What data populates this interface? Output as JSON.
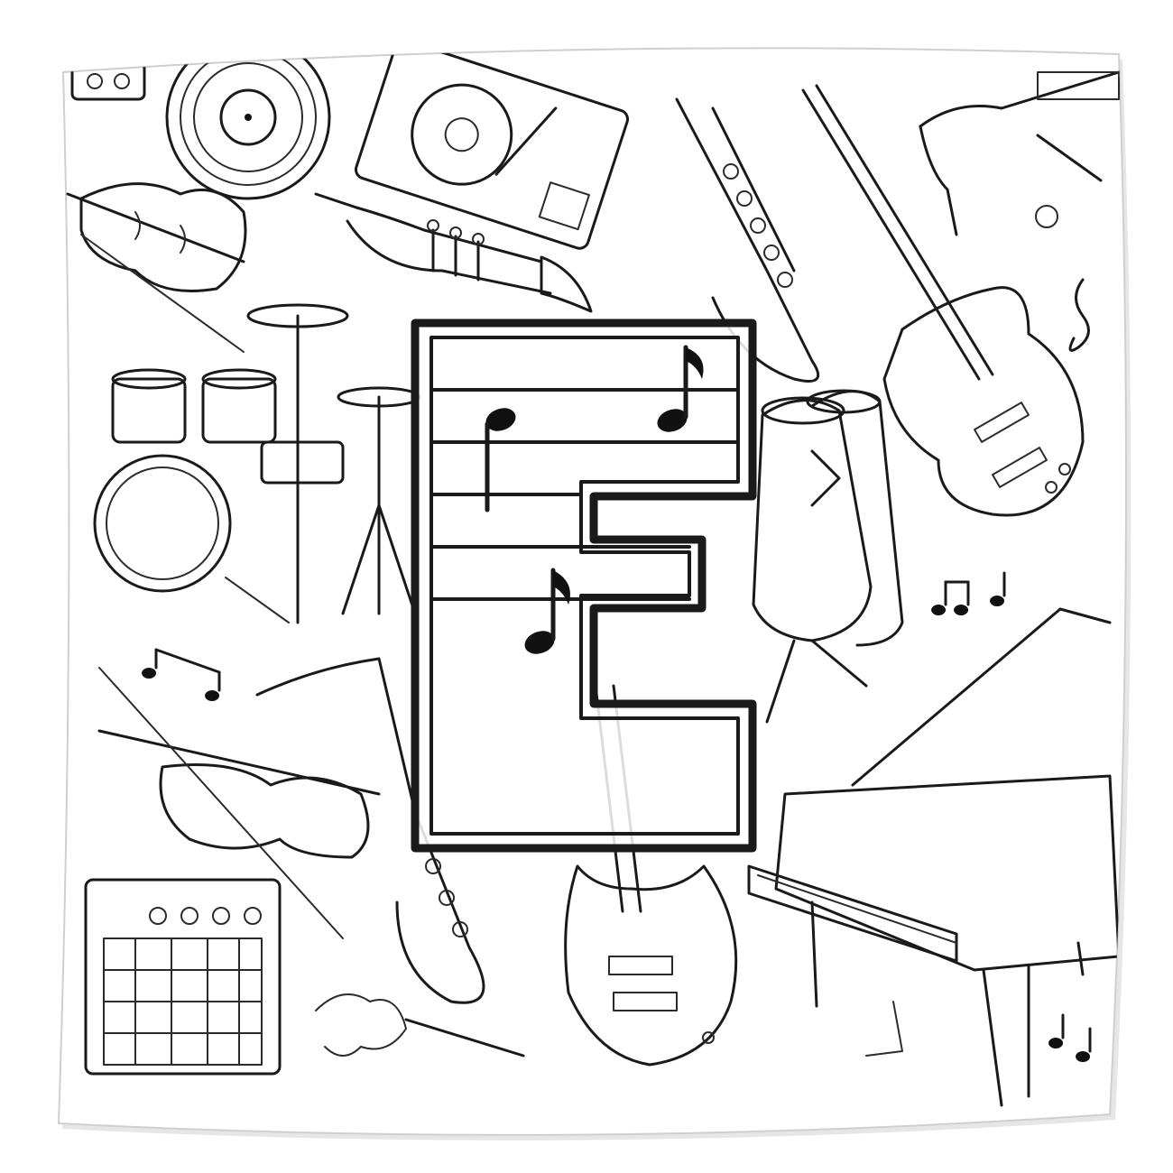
{
  "image": {
    "kind": "product-photo",
    "subject": "square-pillow",
    "pattern": "line-drawn-musical-instruments",
    "monogram": "E",
    "colors": {
      "background": "#ffffff",
      "ink": "#111111",
      "pillow": "#ffffff",
      "shadow": "#d9d9d9"
    }
  }
}
